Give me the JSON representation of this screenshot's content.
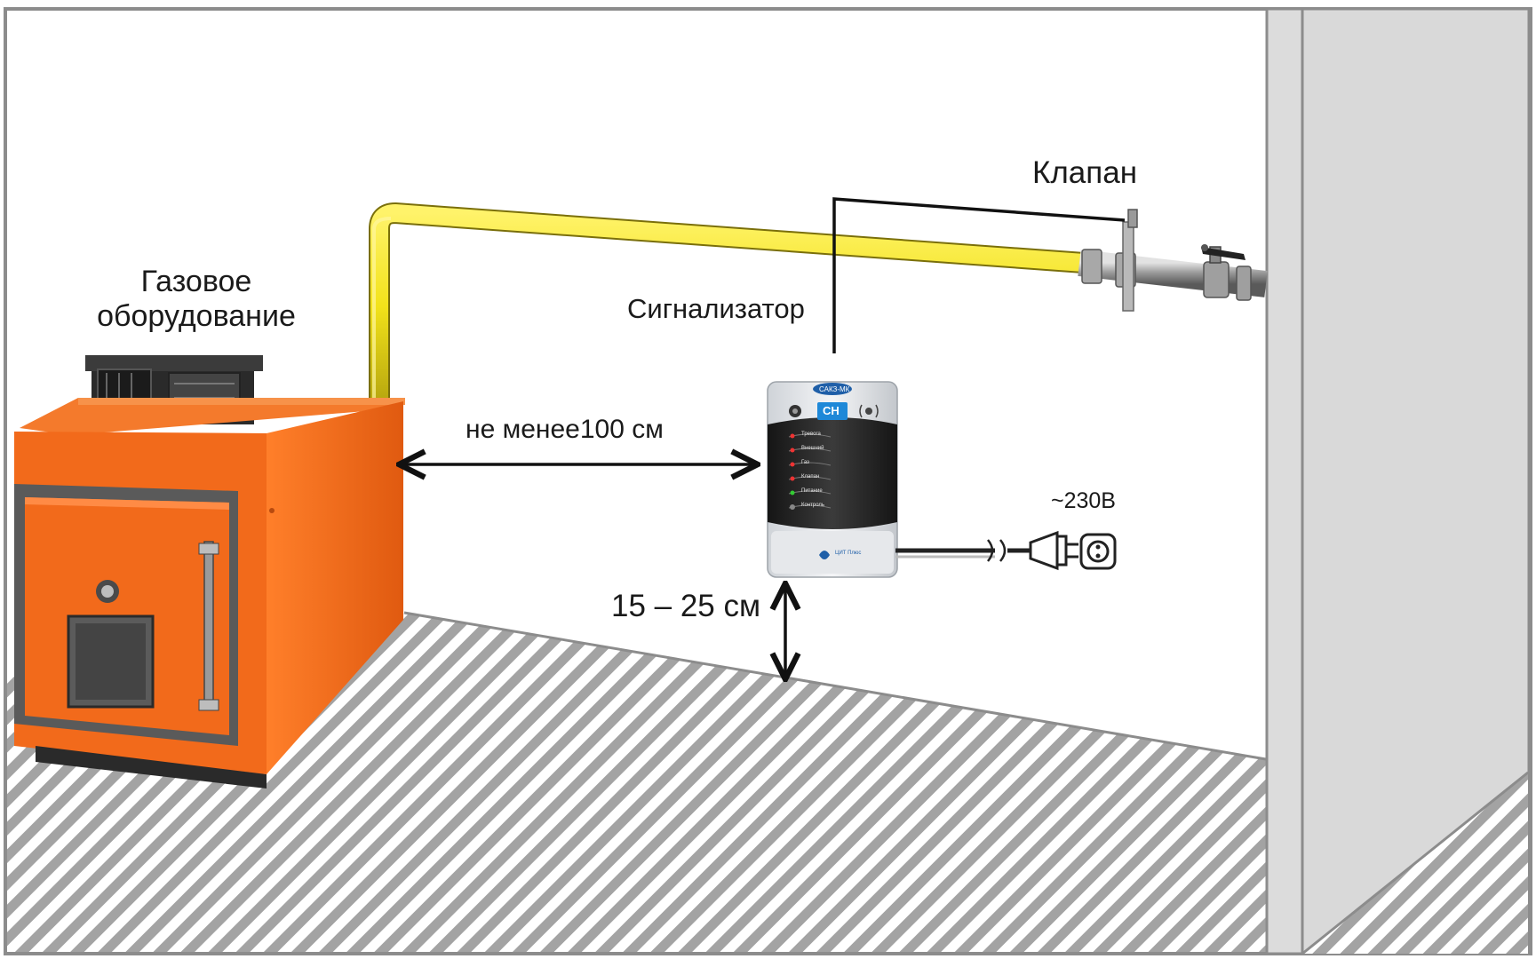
{
  "labels": {
    "boiler_line1": "Газовое",
    "boiler_line2": "оборудование",
    "alarm": "Сигнализатор",
    "valve": "Клапан",
    "distance": "не менее100 см",
    "height": "15 – 25 см",
    "voltage": "~230В"
  },
  "device": {
    "brand_logo": "САКЗ-МК",
    "gas_label": "CH",
    "indicators": [
      "Тревога",
      "Внешний",
      "Газ",
      "Клапан",
      "Питание",
      "Контроль"
    ],
    "maker_logo": "ЦИТ Плюс"
  },
  "colors": {
    "pipe": "#f2e21a",
    "boiler": "#f26a1b",
    "floor_hatch": "#9a9a9a",
    "wall_outline": "#8c8c8c",
    "door_panel": "#d9d9d9",
    "device_body": "#2a2a2a"
  },
  "icons": [
    "double-arrow-icon",
    "power-plug-icon",
    "socket-icon",
    "valve-icon"
  ]
}
